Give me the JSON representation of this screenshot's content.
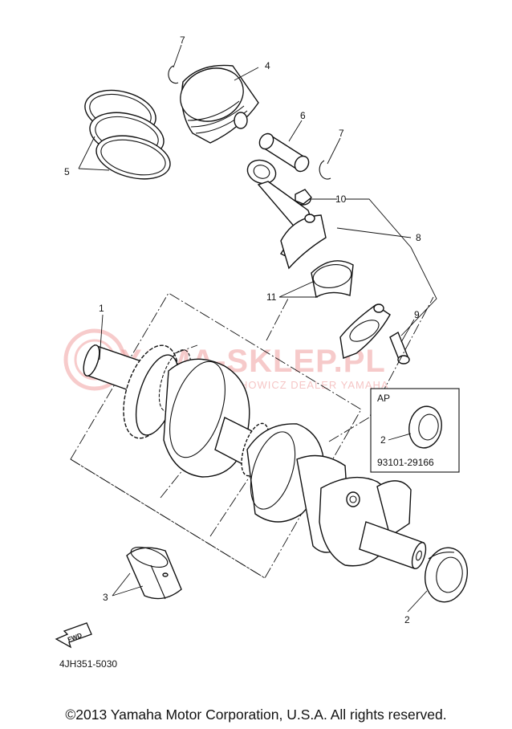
{
  "diagram": {
    "callouts": {
      "c1": "1",
      "c2a": "2",
      "c2b": "2",
      "c3": "3",
      "c4": "4",
      "c5": "5",
      "c6": "6",
      "c7a": "7",
      "c7b": "7",
      "c8": "8",
      "c9": "9",
      "c10": "10",
      "c11": "11"
    },
    "inset": {
      "label": "AP",
      "callout": "2",
      "part_number": "93101-29166"
    },
    "fwd_label": "FWD",
    "reference_code": "4JH351-5030",
    "copyright": "©2013 Yamaha Motor Corporation, U.S.A. All rights reserved."
  },
  "watermark": {
    "text": "YAMA-SKLEP.PL",
    "subtext": "WOJCIECHOWICZ DEALER YAMAHA",
    "color": "#f0a0a0"
  }
}
